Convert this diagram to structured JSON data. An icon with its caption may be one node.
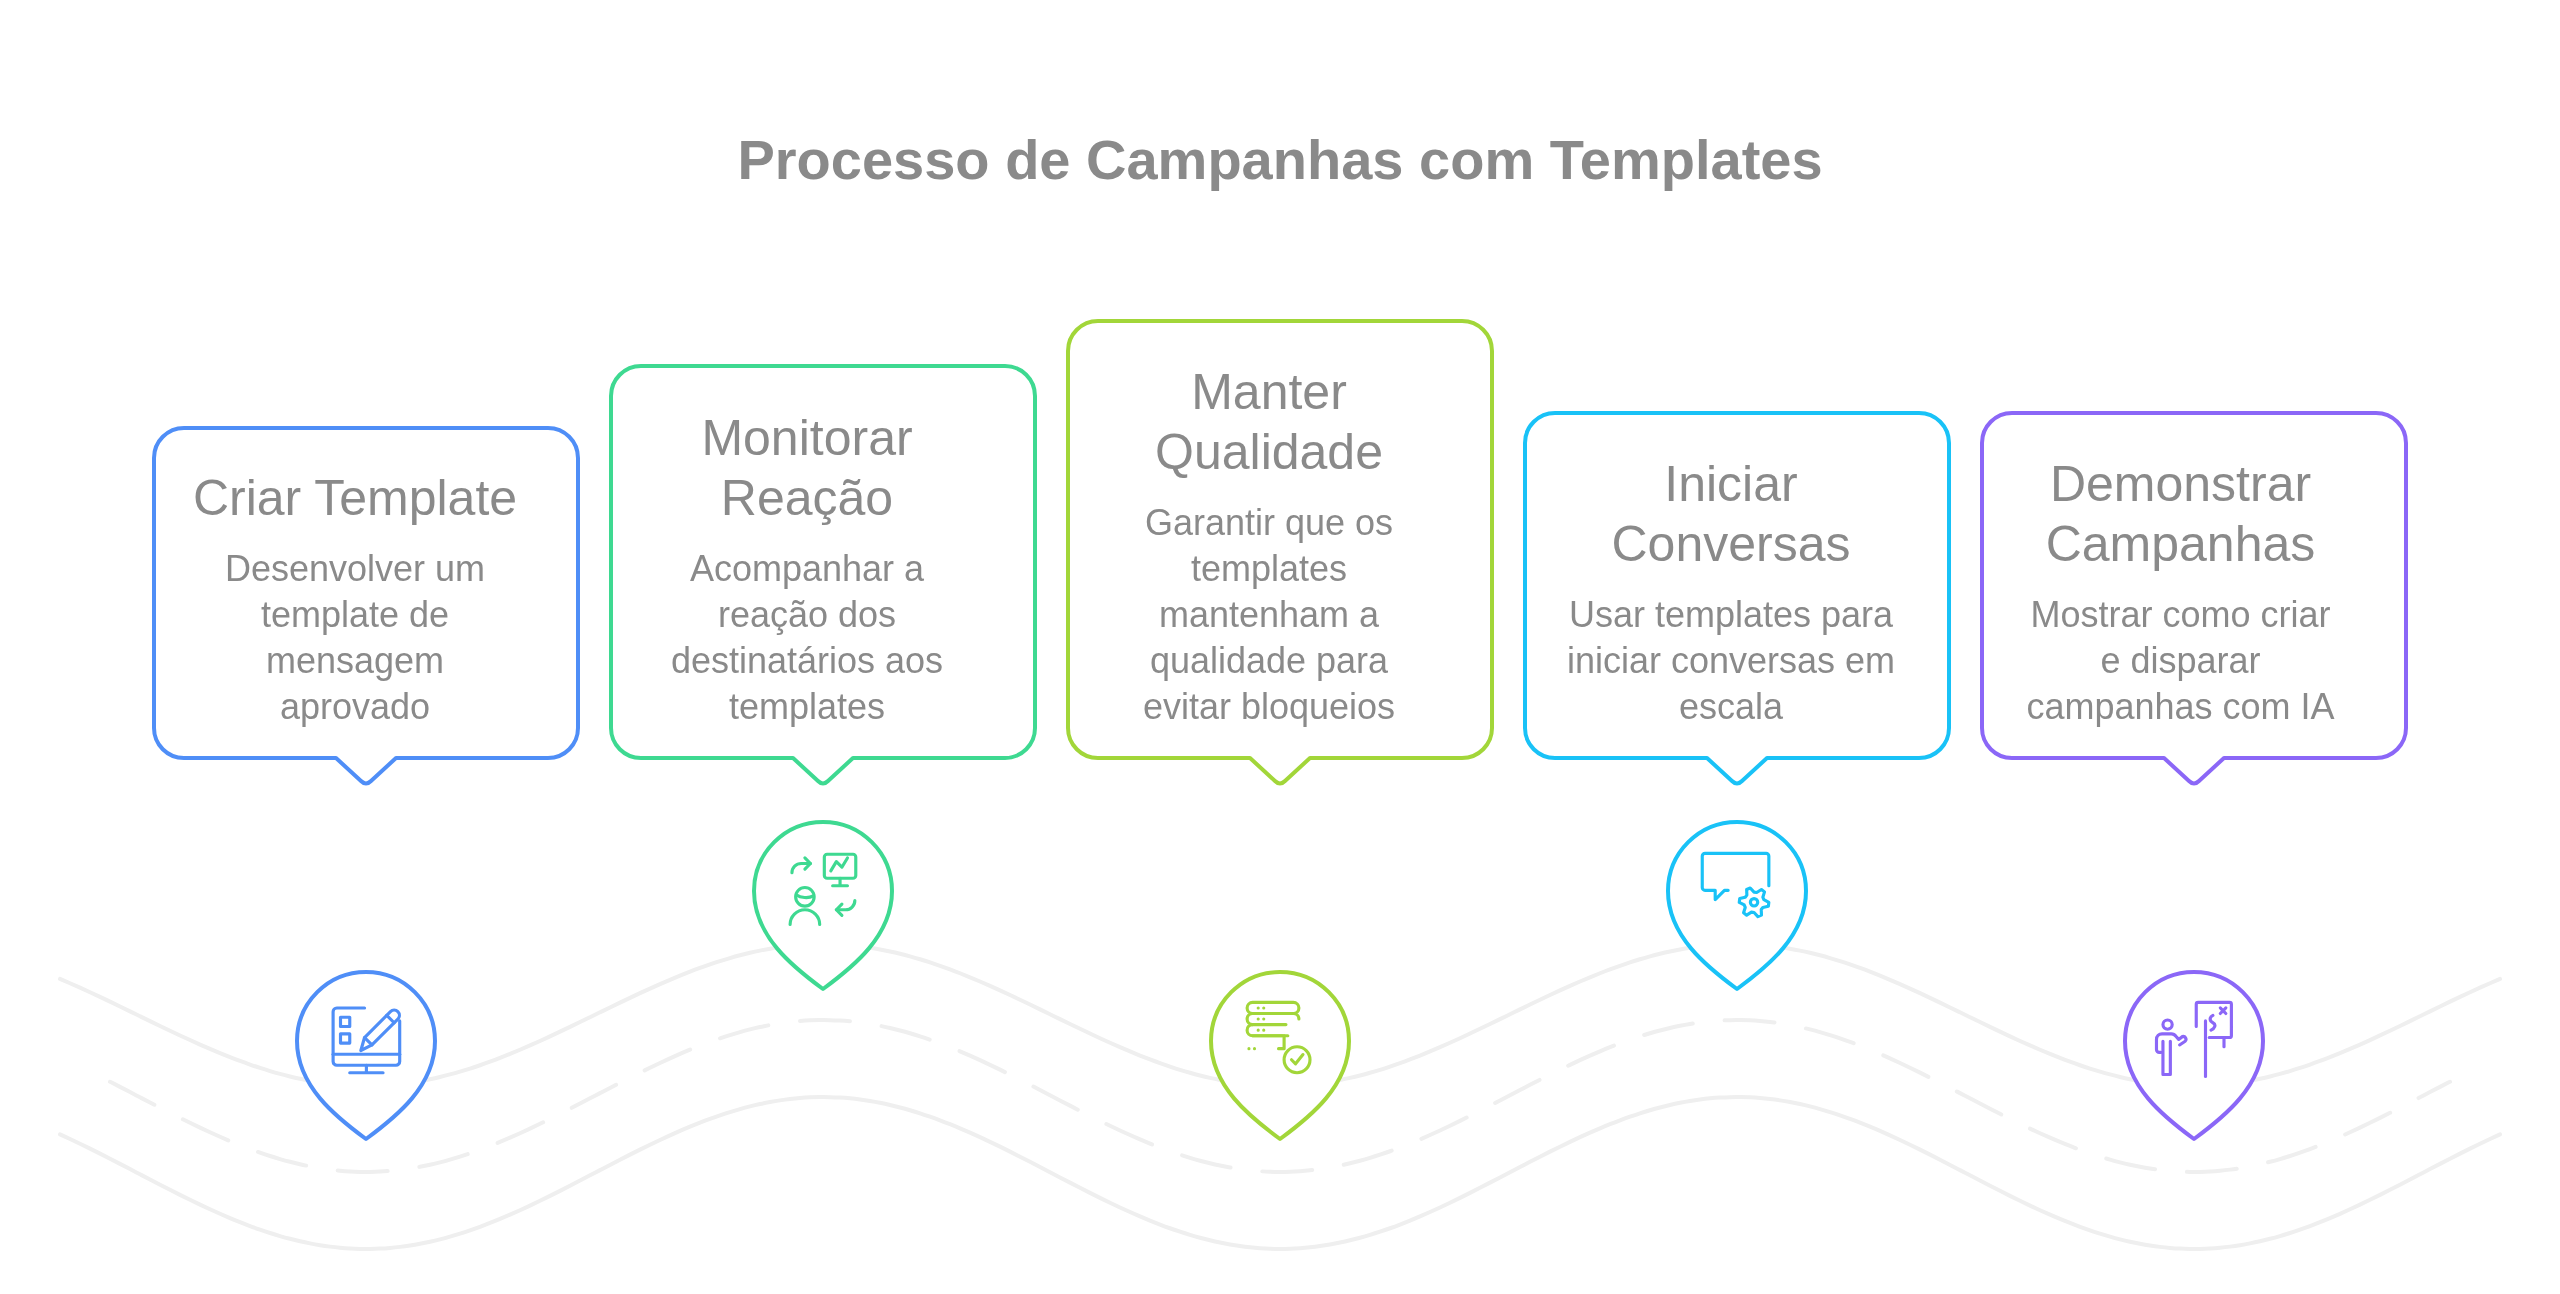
{
  "diagram": {
    "title": "Processo de Campanhas com Templates",
    "nodes": [
      {
        "text": [
          "Criar Template",
          "Desenvolver um template de mensagem aprovado"
        ]
      },
      {
        "text": [
          "Monitorar Reação",
          "Acompanhar a reação dos destinatários aos templates"
        ]
      },
      {
        "text": [
          "Manter Qualidade",
          "Garantir que os templates mantenham a qualidade para evitar bloqueios"
        ]
      },
      {
        "text": [
          "Iniciar Conversas",
          "Usar templates para iniciar conversas em escala"
        ]
      },
      {
        "text": [
          "Demonstrar Campanhas",
          "Mostrar como criar e disparar campanhas com IA"
        ]
      }
    ]
  }
}
